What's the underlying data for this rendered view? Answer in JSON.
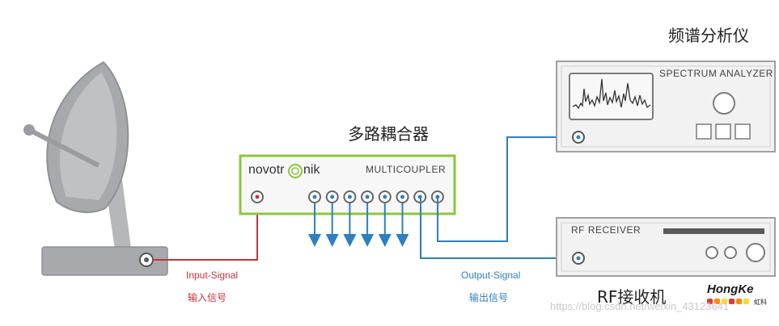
{
  "labels": {
    "spectrum_title": "频谱分析仪",
    "spectrum_device": "SPECTRUM ANALYZER",
    "multicoupler_title": "多路耦合器",
    "multicoupler_device": "MULTICOUPLER",
    "brand_left": "novotr",
    "brand_right": "nik",
    "rf_device": "RF RECEIVER",
    "rf_title": "RF接收机",
    "input_signal": "Input-Signal",
    "input_signal_cn": "输入信号",
    "output_signal": "Output-Signal",
    "output_signal_cn": "输出信号",
    "logo_text": "HongKe",
    "logo_cn": "虹科",
    "watermark": "https://blog.csdn.net/weixin_43123641"
  },
  "colors": {
    "input_line": "#c8323c",
    "output_line": "#2e7fbf",
    "coupler_border": "#8dc63f",
    "device_fill": "#f2f2f2",
    "device_stroke": "#a0a0a0",
    "dish_fill": "#a7a9ac",
    "logo_dots": [
      "#e53935",
      "#fb8c00",
      "#fdd835",
      "#e53935",
      "#fb8c00",
      "#fdd835"
    ]
  },
  "diagram": {
    "coupler_output_ports": 8,
    "unused_output_arrows": 6,
    "spectrum_buttons": 3,
    "receiver_knobs": 3
  }
}
